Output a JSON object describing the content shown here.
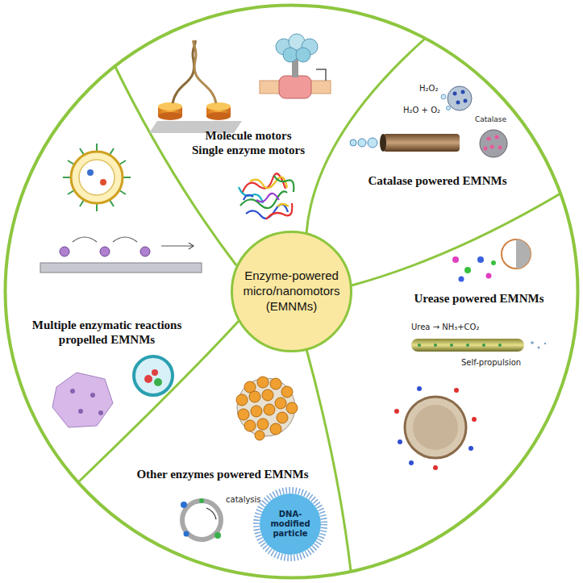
{
  "diagram": {
    "nodes": [
      {
        "text": [
          "Enzyme-powered micro/nanomotors (EMNMs)"
        ]
      },
      {
        "text": [
          "Molecule motors",
          "Single enzyme motors"
        ]
      },
      {
        "text": [
          "Catalase powered EMNMs"
        ]
      },
      {
        "text": [
          "Urease powered EMNMs"
        ]
      },
      {
        "text": [
          "Other enzymes powered EMNMs"
        ]
      },
      {
        "text": [
          "Multiple enzymatic reactions propelled EMNMs"
        ]
      },
      {
        "text": [
          "DNA-modified particle"
        ]
      }
    ],
    "labels": [
      "H₂O₂",
      "H₂O + O₂",
      "Catalase",
      "Urea → NH₃+CO₂",
      "Self-propulsion",
      "catalysis"
    ]
  }
}
